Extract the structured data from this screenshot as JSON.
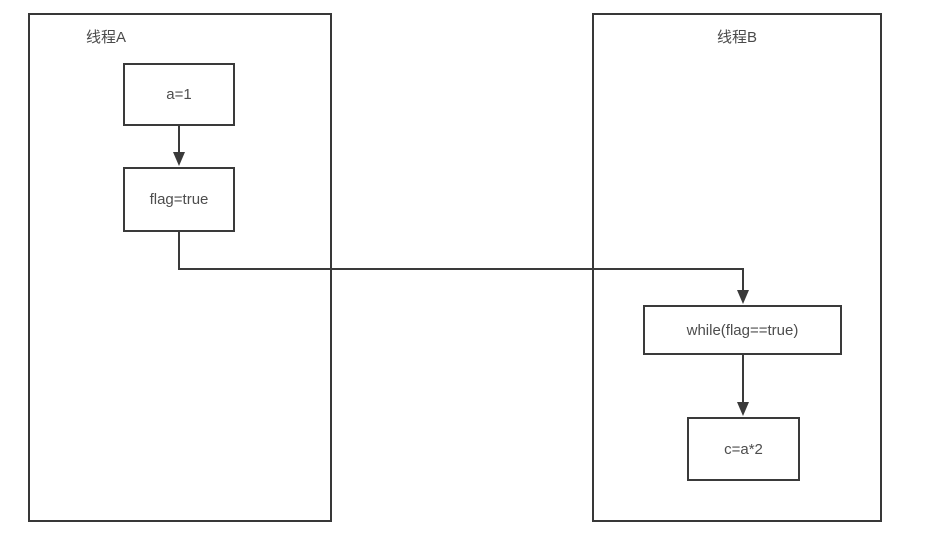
{
  "diagram": {
    "type": "flowchart",
    "background_color": "#ffffff",
    "line_color": "#3a3a3a",
    "text_color": "#4d4d4d",
    "containers": [
      {
        "id": "thread-a",
        "label": "线程A",
        "nodes": [
          {
            "id": "a-assign",
            "label": "a=1"
          },
          {
            "id": "flag-assign",
            "label": "flag=true"
          }
        ]
      },
      {
        "id": "thread-b",
        "label": "线程B",
        "nodes": [
          {
            "id": "while-loop",
            "label": "while(flag==true)"
          },
          {
            "id": "c-assign",
            "label": "c=a*2"
          }
        ]
      }
    ],
    "connections": [
      {
        "from": "a-assign",
        "to": "flag-assign"
      },
      {
        "from": "flag-assign",
        "to": "while-loop"
      },
      {
        "from": "while-loop",
        "to": "c-assign"
      }
    ]
  }
}
